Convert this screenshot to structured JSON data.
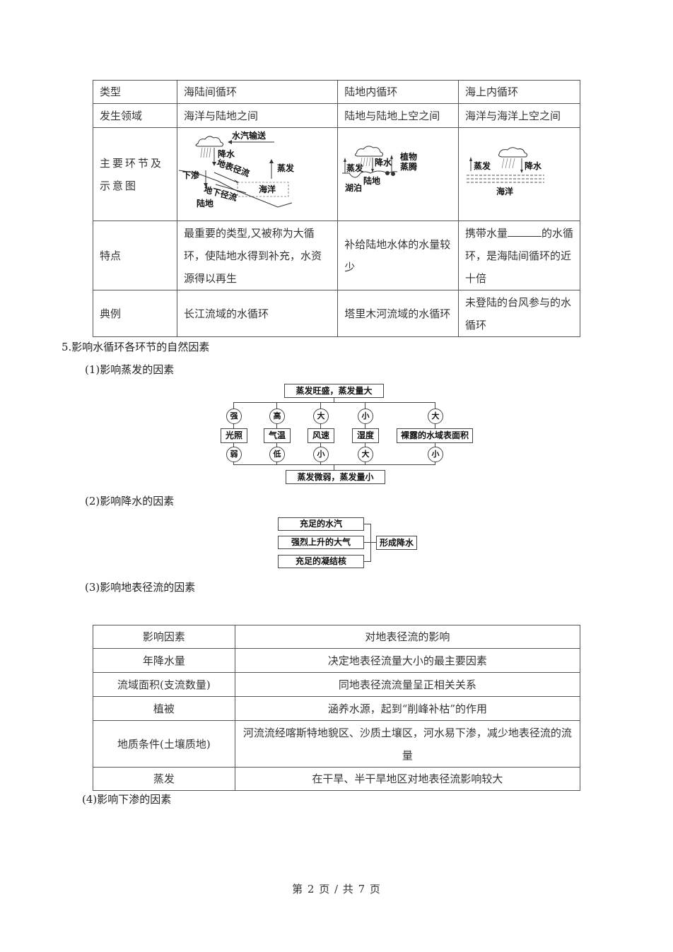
{
  "cycle_table": {
    "headers": [
      "类型",
      "海陆间循环",
      "陆地内循环",
      "海上内循环"
    ],
    "rows": [
      {
        "label": "发生领域",
        "cells": [
          "海洋与陆地之间",
          "陆地与陆地上空之间",
          "海洋与海洋上空之间"
        ]
      },
      {
        "label": "主要环节及示意图",
        "cells": [
          "diagram",
          "diagram",
          "diagram"
        ]
      },
      {
        "label": "特点",
        "cells": [
          "最重要的类型,又被称为大循环，使陆地水得到补充，水资源得以再生",
          "补给陆地水体的水量较少",
          "携带水量______的水循环，是海陆间循环的近十倍"
        ]
      },
      {
        "label": "典例",
        "cells": [
          "长江流域的水循环",
          "塔里木河流域的水循环",
          "未登陆的台风参与的水循环"
        ]
      }
    ],
    "special_cell": {
      "before_blank": "携带水量",
      "after_blank": "的水循环，是海陆间循环的近十倍"
    },
    "diagrams": {
      "sea_land": {
        "labels": [
          "水汽输送",
          "降水",
          "地表径流",
          "下渗",
          "蒸发",
          "海洋",
          "地下径流",
          "陆地"
        ]
      },
      "inland": {
        "labels": [
          "蒸发",
          "降水",
          "植物蒸腾",
          "陆地",
          "湖泊"
        ]
      },
      "ocean": {
        "labels": [
          "蒸发",
          "降水",
          "海洋"
        ]
      }
    }
  },
  "section5": {
    "title": "5.影响水循环各环节的自然因素",
    "sub1": "(1)影响蒸发的因素",
    "sub2": "(2)影响降水的因素",
    "sub3": "(3)影响地表径流的因素",
    "sub4": "(4)影响下渗的因素"
  },
  "evaporation_diagram": {
    "top": "蒸发旺盛，蒸发量大",
    "bottom": "蒸发微弱，蒸发量小",
    "factors": [
      {
        "name": "光照",
        "high": "强",
        "low": "弱"
      },
      {
        "name": "气温",
        "high": "高",
        "low": "低"
      },
      {
        "name": "风速",
        "high": "大",
        "low": "小"
      },
      {
        "name": "湿度",
        "high": "小",
        "low": "大"
      },
      {
        "name": "裸露的水域表面积",
        "high": "大",
        "low": "小"
      }
    ]
  },
  "precip_diagram": {
    "inputs": [
      "充足的水汽",
      "强烈上升的大气",
      "充足的凝结核"
    ],
    "output": "形成降水"
  },
  "runoff_table": {
    "headers": [
      "影响因素",
      "对地表径流的影响"
    ],
    "rows": [
      [
        "年降水量",
        "决定地表径流量大小的最主要因素"
      ],
      [
        "流域面积(支流数量)",
        "同地表径流流量呈正相关关系"
      ],
      [
        "植被",
        "涵养水源，起到“削峰补枯”的作用"
      ],
      [
        "地质条件(土壤质地)",
        "河流流经喀斯特地貌区、沙质土壤区，河水易下渗，减少地表径流的流量"
      ],
      [
        "蒸发",
        "在干旱、半干旱地区对地表径流影响较大"
      ]
    ]
  },
  "footer": {
    "page_label": "第 2 页 / 共 7 页"
  }
}
